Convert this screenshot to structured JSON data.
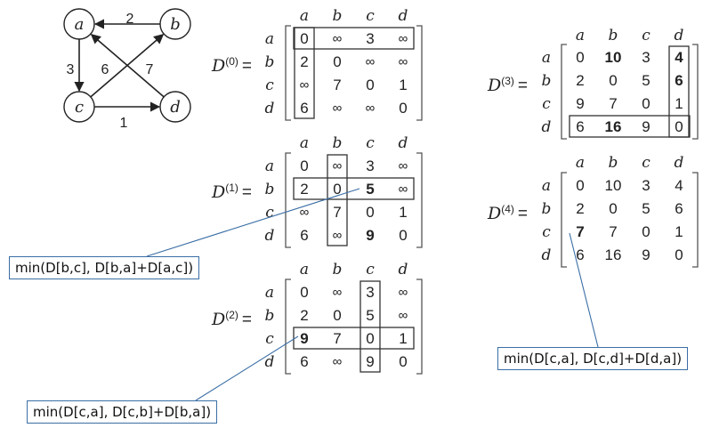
{
  "graph": {
    "nodes": [
      "a",
      "b",
      "c",
      "d"
    ],
    "edges": [
      {
        "from": "b",
        "to": "a",
        "weight": "2"
      },
      {
        "from": "a",
        "to": "c",
        "weight": "3"
      },
      {
        "from": "d",
        "to": "a",
        "weight": "6"
      },
      {
        "from": "c",
        "to": "b",
        "weight": "7"
      },
      {
        "from": "c",
        "to": "d",
        "weight": "1"
      }
    ]
  },
  "matrices": [
    {
      "symbol": "D",
      "superscript": "(0)",
      "cols": [
        "a",
        "b",
        "c",
        "d"
      ],
      "rows": [
        "a",
        "b",
        "c",
        "d"
      ],
      "cells": [
        [
          "0",
          "∞",
          "3",
          "∞"
        ],
        [
          "2",
          "0",
          "∞",
          "∞"
        ],
        [
          "∞",
          "7",
          "0",
          "1"
        ],
        [
          "6",
          "∞",
          "∞",
          "0"
        ]
      ],
      "bold": []
    },
    {
      "symbol": "D",
      "superscript": "(1)",
      "cols": [
        "a",
        "b",
        "c",
        "d"
      ],
      "rows": [
        "a",
        "b",
        "c",
        "d"
      ],
      "cells": [
        [
          "0",
          "∞",
          "3",
          "∞"
        ],
        [
          "2",
          "0",
          "5",
          "∞"
        ],
        [
          "∞",
          "7",
          "0",
          "1"
        ],
        [
          "6",
          "∞",
          "9",
          "0"
        ]
      ],
      "bold": [
        [
          1,
          2
        ],
        [
          3,
          2
        ]
      ]
    },
    {
      "symbol": "D",
      "superscript": "(2)",
      "cols": [
        "a",
        "b",
        "c",
        "d"
      ],
      "rows": [
        "a",
        "b",
        "c",
        "d"
      ],
      "cells": [
        [
          "0",
          "∞",
          "3",
          "∞"
        ],
        [
          "2",
          "0",
          "5",
          "∞"
        ],
        [
          "9",
          "7",
          "0",
          "1"
        ],
        [
          "6",
          "∞",
          "9",
          "0"
        ]
      ],
      "bold": [
        [
          2,
          0
        ]
      ]
    },
    {
      "symbol": "D",
      "superscript": "(3)",
      "cols": [
        "a",
        "b",
        "c",
        "d"
      ],
      "rows": [
        "a",
        "b",
        "c",
        "d"
      ],
      "cells": [
        [
          "0",
          "10",
          "3",
          "4"
        ],
        [
          "2",
          "0",
          "5",
          "6"
        ],
        [
          "9",
          "7",
          "0",
          "1"
        ],
        [
          "6",
          "16",
          "9",
          "0"
        ]
      ],
      "bold": [
        [
          0,
          1
        ],
        [
          0,
          3
        ],
        [
          1,
          3
        ],
        [
          3,
          1
        ]
      ]
    },
    {
      "symbol": "D",
      "superscript": "(4)",
      "cols": [
        "a",
        "b",
        "c",
        "d"
      ],
      "rows": [
        "a",
        "b",
        "c",
        "d"
      ],
      "cells": [
        [
          "0",
          "10",
          "3",
          "4"
        ],
        [
          "2",
          "0",
          "5",
          "6"
        ],
        [
          "7",
          "7",
          "0",
          "1"
        ],
        [
          "6",
          "16",
          "9",
          "0"
        ]
      ],
      "bold": [
        [
          2,
          0
        ]
      ]
    }
  ],
  "callouts": [
    {
      "text": "min(D[b,c], D[b,a]+D[a,c])"
    },
    {
      "text": "min(D[c,a], D[c,b]+D[b,a])"
    },
    {
      "text": "min(D[c,a], D[c,d]+D[d,a])"
    }
  ]
}
